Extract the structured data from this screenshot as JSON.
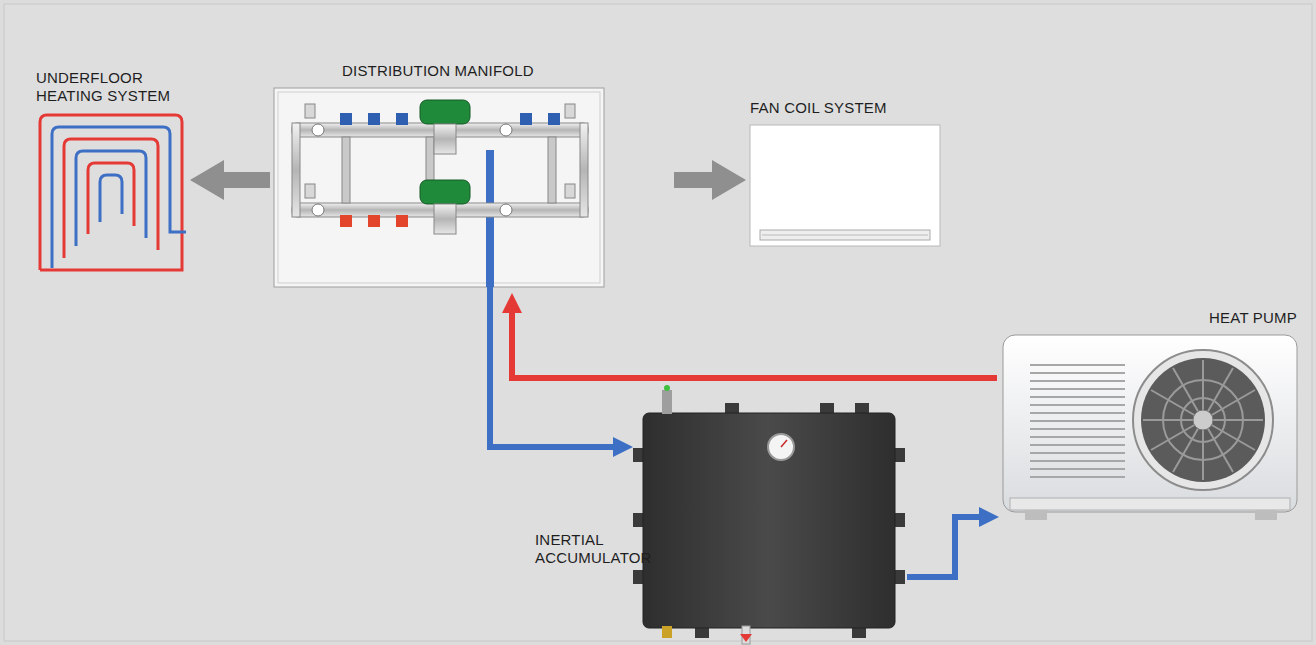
{
  "diagram": {
    "nodes": [
      {
        "text": [
          "UNDERFLOOR HEATING SYSTEM"
        ]
      },
      {
        "text": [
          "DISTRIBUTION MANIFOLD"
        ]
      },
      {
        "text": [
          "FAN COIL SYSTEM"
        ]
      },
      {
        "text": [
          "HEAT PUMP"
        ]
      },
      {
        "text": [
          "INERTIAL ACCUMULATOR"
        ]
      }
    ],
    "edges": [
      {
        "from": 1,
        "to": 0,
        "arrow": "to"
      },
      {
        "from": 1,
        "to": 2,
        "arrow": "to"
      },
      {
        "from": 3,
        "to": 1,
        "arrow": "to"
      },
      {
        "from": 1,
        "to": 4,
        "arrow": "to"
      },
      {
        "from": 4,
        "to": 3,
        "arrow": "to"
      }
    ]
  }
}
